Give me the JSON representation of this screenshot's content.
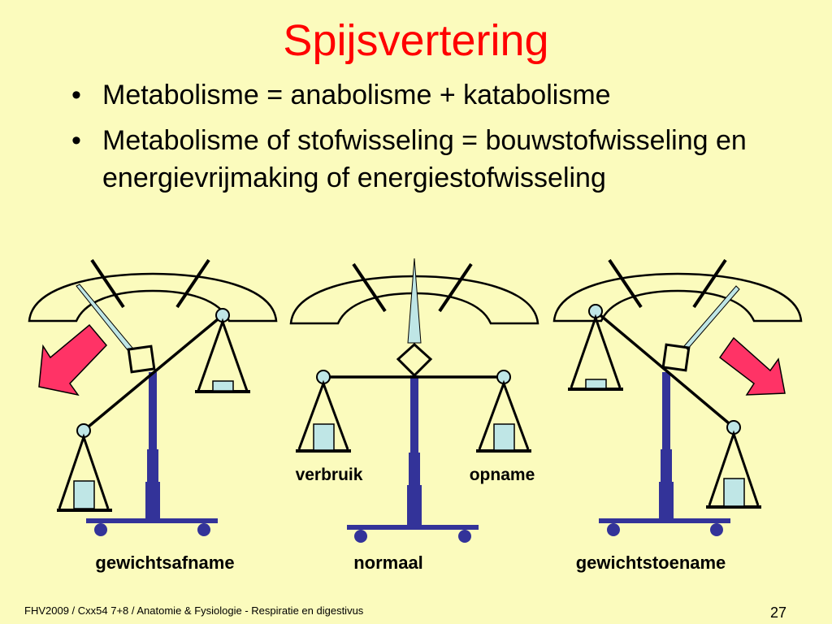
{
  "title": "Spijsvertering",
  "bullets": [
    {
      "text": "Metabolisme  = anabolisme + katabolisme"
    },
    {
      "text": "Metabolisme of stofwisseling = bouwstofwisseling en energievrijmaking of energiestofwisseling"
    }
  ],
  "scales": [
    {
      "caption": "gewichtsafname",
      "state": "left-down",
      "arrow": "left"
    },
    {
      "caption": "normaal",
      "state": "balanced",
      "left_label": "verbruik",
      "right_label": "opname"
    },
    {
      "caption": "gewichtstoename",
      "state": "right-down",
      "arrow": "right"
    }
  ],
  "footer": "FHV2009 / Cxx54 7+8 / Anatomie & Fysiologie - Respiratie en digestivus",
  "page_number": "27",
  "colors": {
    "title": "#ff0000",
    "background": "#fbfbbd",
    "scale_stand": "#333399",
    "arrow": "#ff3366",
    "weight": "#bfe6e6",
    "needle": "#bfe6e6"
  }
}
